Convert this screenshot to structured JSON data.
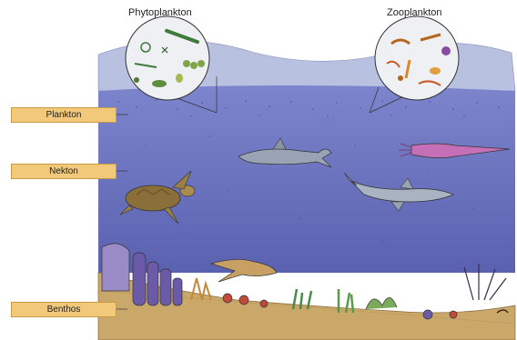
{
  "titles": {
    "phytoplankton": "Phytoplankton",
    "zooplankton": "Zooplankton"
  },
  "zones": {
    "plankton": "Plankton",
    "nekton": "Nekton",
    "benthos": "Benthos"
  },
  "colors": {
    "surface": "#b9c1e1",
    "water": "#6f78c4",
    "water_deep": "#5c63b3",
    "sediment": "#c9a86a",
    "label_fill": "#f2c97a",
    "magnifier": "#eef0f4"
  }
}
